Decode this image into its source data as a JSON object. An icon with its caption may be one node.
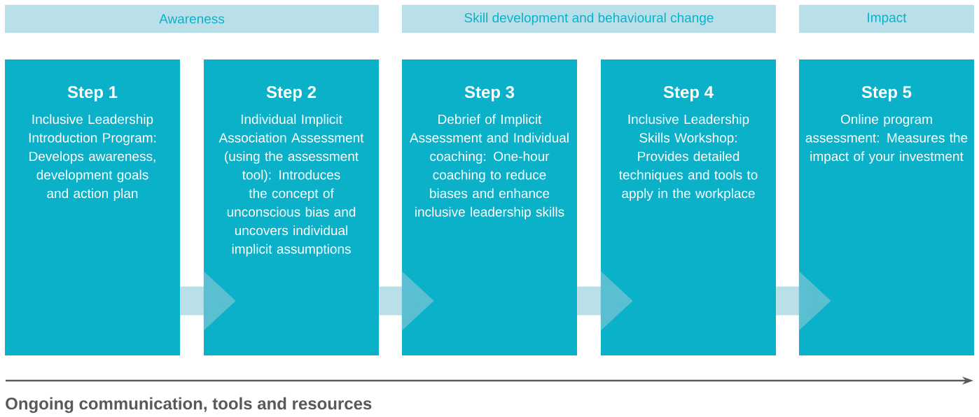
{
  "diagram": {
    "nodes": [
      {
        "text": [
          "Awareness"
        ]
      },
      {
        "text": [
          "Skill development and behavioural change"
        ]
      },
      {
        "text": [
          "Impact"
        ]
      },
      {
        "text": [
          "Step 1",
          "Inclusive Leadership Introduction Program: Develops awareness, development goals and action plan"
        ]
      },
      {
        "text": [
          "Step 2",
          "Individual Implicit Association Assessment (using the assessment tool): Introduces the concept of unconscious bias and uncovers individual implicit assumptions"
        ]
      },
      {
        "text": [
          "Step 3",
          "Debrief of Implicit Assessment and Individual coaching: One-hour coaching to reduce biases and enhance inclusive leadership skills"
        ]
      },
      {
        "text": [
          "Step 4",
          "Inclusive Leadership Skills Workshop: Provides detailed techniques and tools to apply in the workplace"
        ]
      },
      {
        "text": [
          "Step 5",
          "Online program assessment: Measures the impact of your investment"
        ]
      }
    ],
    "edges": [
      {
        "from": 3,
        "to": 4,
        "arrow": "to"
      },
      {
        "from": 4,
        "to": 5,
        "arrow": "to"
      },
      {
        "from": 5,
        "to": 6,
        "arrow": "to"
      },
      {
        "from": 6,
        "to": 7,
        "arrow": "to"
      }
    ],
    "labels": [
      "Ongoing communication, tools and resources"
    ]
  }
}
